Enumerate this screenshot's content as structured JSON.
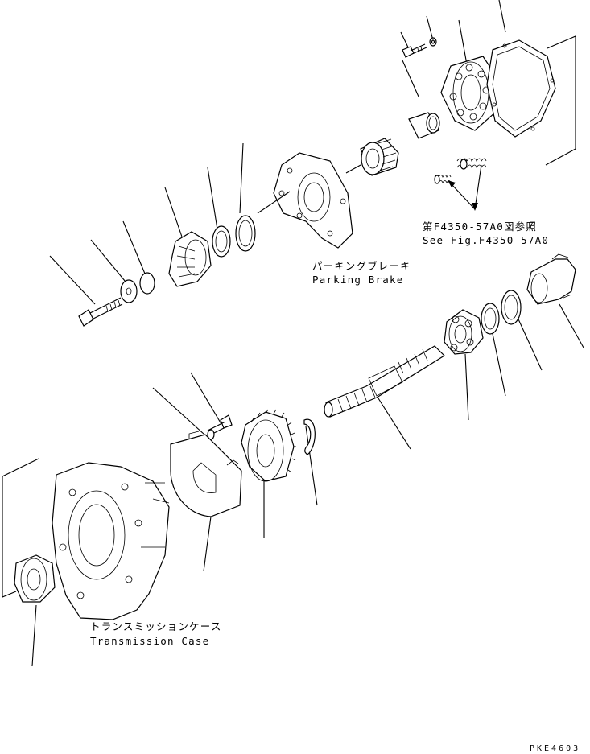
{
  "labels": {
    "ref_jp": "第F4350-57A0図参照",
    "ref_en": "See Fig.F4350-57A0",
    "parking_jp": "パーキングブレーキ",
    "parking_en": "Parking Brake",
    "trans_jp": "トランスミッションケース",
    "trans_en": "Transmission Case",
    "drawing_code": "PKE4603"
  }
}
